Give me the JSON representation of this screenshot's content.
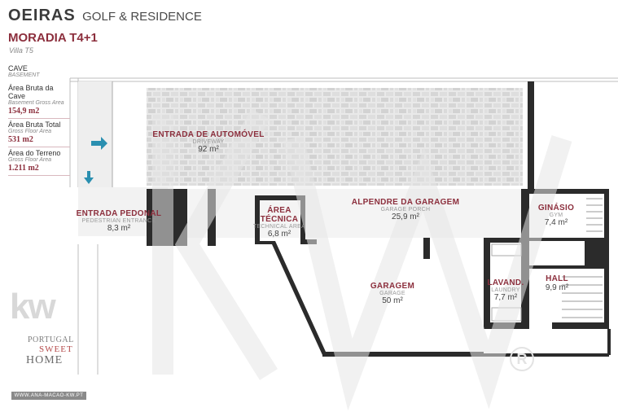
{
  "header": {
    "brand": "OEIRAS",
    "brand_sub": "GOLF & RESIDENCE",
    "property": "MORADIA T4+1",
    "property_en": "Villa T5"
  },
  "info": {
    "level": "CAVE",
    "level_en": "BASEMENT",
    "items": [
      {
        "label": "Área Bruta da Cave",
        "label_en": "Basement Gross Area",
        "value": "154,9 m2"
      },
      {
        "label": "Área Bruta Total",
        "label_en": "Gross Floor Area",
        "value": "531 m2"
      },
      {
        "label": "Área do Terreno",
        "label_en": "Gross Floor Area",
        "value": "1.211 m2"
      }
    ]
  },
  "rooms": [
    {
      "pt": "ENTRADA DE AUTOMÓVEL",
      "en": "DRIVEWAY",
      "area": "92 m²"
    },
    {
      "pt": "ENTRADA PEDONAL",
      "en": "PEDESTRIAN ENTRANCE",
      "area": "8,3 m²"
    },
    {
      "pt": "ÁREA",
      "pt2": "TÉCNICA",
      "en": "TECHNICAL AREA",
      "area": "6,8 m²"
    },
    {
      "pt": "ALPENDRE DA GARAGEM",
      "en": "GARAGE PORCH",
      "area": "25,9 m²"
    },
    {
      "pt": "GINÁSIO",
      "en": "GYM",
      "area": "7,4 m²"
    },
    {
      "pt": "GARAGEM",
      "en": "GARAGE",
      "area": "50 m²"
    },
    {
      "pt": "LAVAND.",
      "en": "LAUNDRY",
      "area": "7,7 m²"
    },
    {
      "pt": "HALL",
      "en": "",
      "area": "9,9 m²"
    }
  ],
  "watermark": {
    "kw": "kw",
    "line1": "PORTUGAL",
    "line2": "SWEET",
    "line3": "HOME",
    "website": "WWW.ANA-MACAO-KW.PT",
    "registered": "R"
  },
  "colors": {
    "accent": "#8c2f3d",
    "wall": "#2b2b2b",
    "paving": "#dcdcdc",
    "arrow": "#2a8fb0"
  }
}
